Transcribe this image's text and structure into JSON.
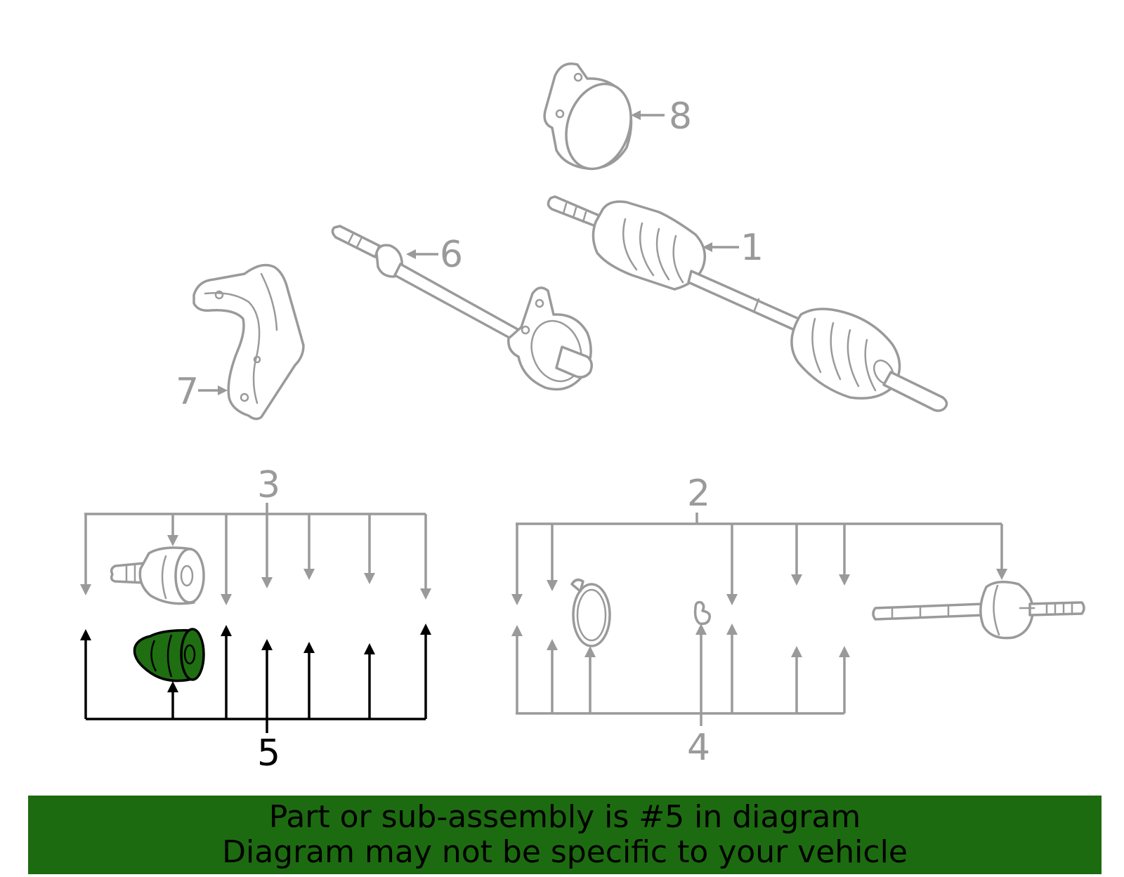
{
  "callouts": {
    "c1": "1",
    "c2": "2",
    "c3": "3",
    "c4": "4",
    "c5": "5",
    "c6": "6",
    "c7": "7",
    "c8": "8"
  },
  "highlight_color": "#1d6b10",
  "banner": {
    "line1": "Part or sub-assembly is #5 in diagram",
    "line2": "Diagram may not be specific to your vehicle"
  }
}
